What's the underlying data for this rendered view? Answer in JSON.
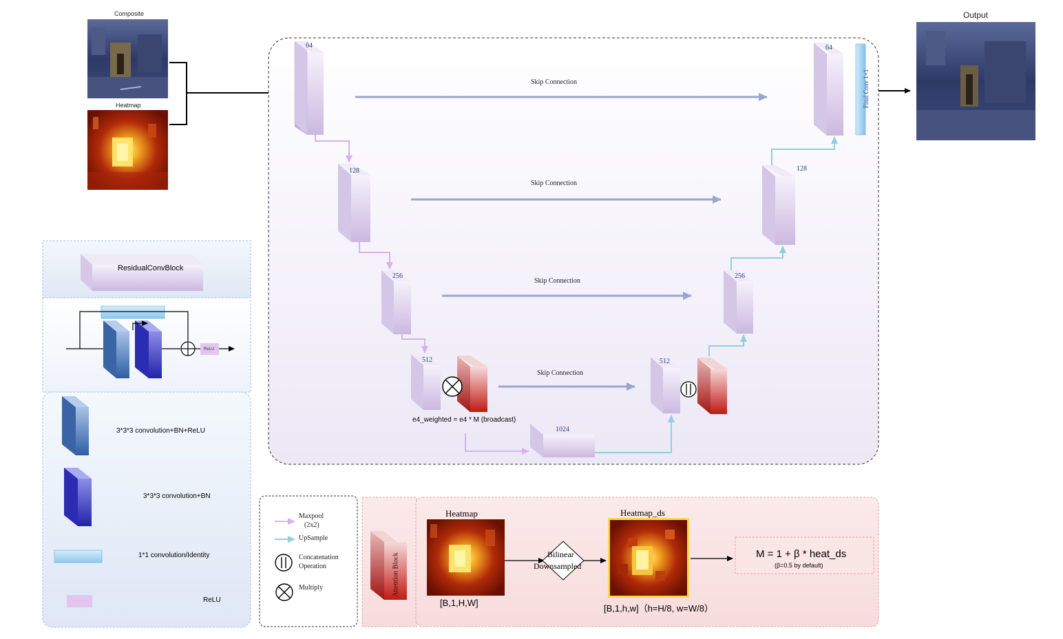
{
  "inputs": {
    "composite_label": "Composite",
    "heatmap_label": "Heatmap",
    "output_label": "Output"
  },
  "encoder": {
    "levels": [
      {
        "channels": "64"
      },
      {
        "channels": "128"
      },
      {
        "channels": "256"
      },
      {
        "channels": "512"
      }
    ],
    "bottleneck": "1024",
    "weighted_formula": "e4_weighted = e4 * M (broadcast)"
  },
  "decoder": {
    "levels": [
      {
        "channels": "64"
      },
      {
        "channels": "128"
      },
      {
        "channels": "256"
      },
      {
        "channels": "512"
      }
    ],
    "final_conv": "Final Conv 1×1"
  },
  "skip_label": "Skip Connection",
  "residual_legend": {
    "title": "ResidualConvBlock",
    "relu_small": "ReLU",
    "items": [
      {
        "label": "3*3*3 convolution+BN+ReLU"
      },
      {
        "label": "3*3*3 convolution+BN"
      },
      {
        "label": "1*1 convolution/Identity"
      },
      {
        "label": "ReLU"
      }
    ]
  },
  "op_legend": {
    "maxpool": "Maxpool",
    "maxpool_size": "(2x2)",
    "upsample": "UpSample",
    "concat_1": "Concatenation",
    "concat_2": "Operation",
    "multiply": "Multiply"
  },
  "attention": {
    "block_label": "Attention Block",
    "heatmap_title": "Heatmap",
    "heatmap_shape": "[B,1,H,W]",
    "bilinear_1": "Bilinear",
    "bilinear_2": "Downsampled",
    "heatmap_ds_title": "Heatmap_ds",
    "heatmap_ds_shape": "[B,1,h,w]（h=H/8, w=W/8）",
    "formula": "M = 1 + β * heat_ds",
    "formula_note": "(β=0.5 by default)"
  },
  "colors": {
    "encoder_block": "#c8b6dc",
    "attention_red": "#c0201a",
    "skip_arrow": "#9aa6d2",
    "maxpool_arrow": "#d6b3ec",
    "upsample_arrow": "#8fd0de",
    "conv_blue": "#3f6db0",
    "conv_indigo": "#2b2cb0"
  }
}
